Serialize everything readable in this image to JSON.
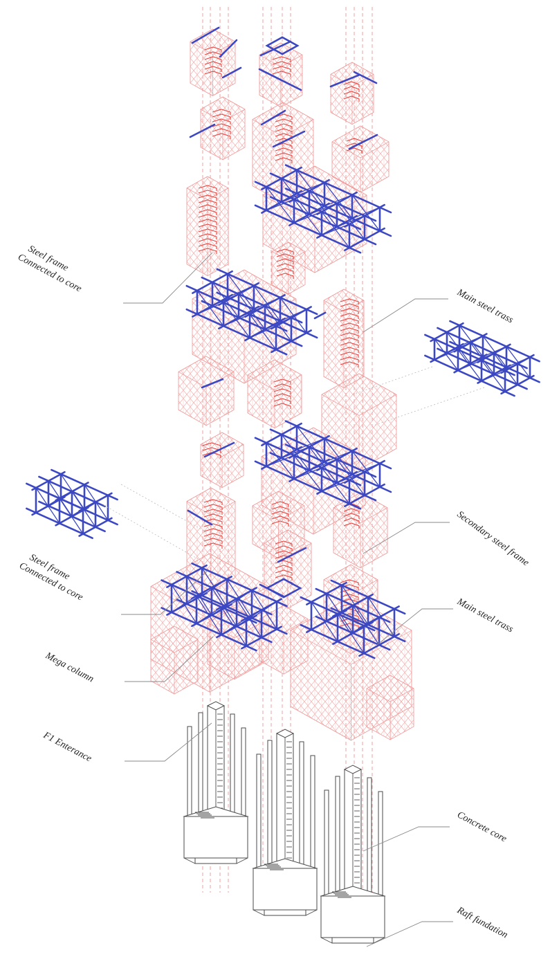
{
  "labels": {
    "steel_frame_top_line1": "Steel frame",
    "steel_frame_top_line2": "Connected to core",
    "steel_frame_bottom_line1": "Steel frame",
    "steel_frame_bottom_line2": "Connected to core",
    "main_steel_trass_upper": "Main steel trass",
    "main_steel_trass_lower": "Main steel trass",
    "secondary_steel_frame": "Secondary steel frame",
    "mega_column": "Mega column",
    "f1_enterance": "F1 Enterance",
    "concrete_core": "Concrete core",
    "raft_fundation": "Raft fundation"
  },
  "colors": {
    "steel_blue": "#3c48c2",
    "grid_pink": "#f3a6a6",
    "core_red": "#e8443e",
    "concrete_grey": "#4a4a4a",
    "leader_grey": "#8a8a8a"
  }
}
